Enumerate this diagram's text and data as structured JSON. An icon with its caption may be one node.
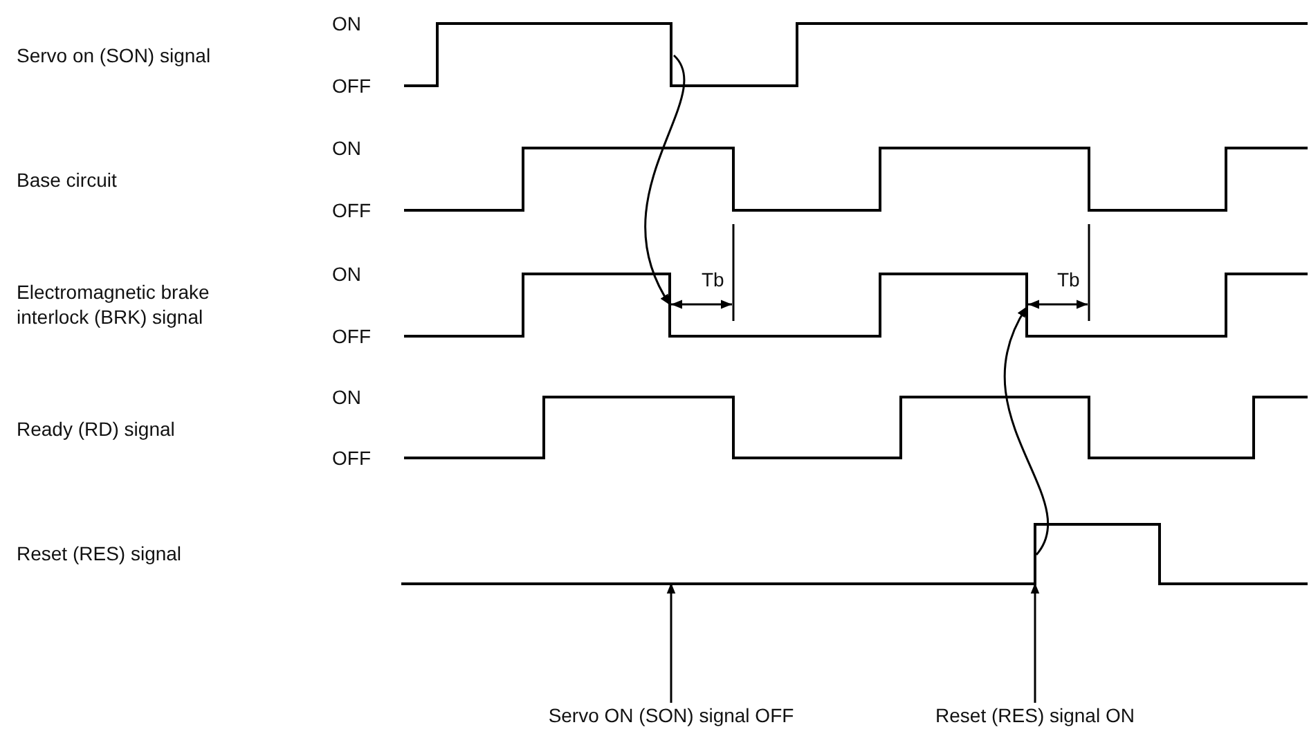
{
  "diagram": {
    "nodes": [
      {
        "text": [],
        "shape": "picture"
      },
      {
        "text": [],
        "shape": "picture"
      },
      {
        "text": [],
        "shape": "picture"
      },
      {
        "text": [
          "Servo ON (SON) signal OFF"
        ]
      },
      {
        "text": [
          "Reset (RES) signal ON"
        ]
      }
    ],
    "edges": [
      {
        "from": 0,
        "to": 1,
        "arrow": "to"
      },
      {
        "from": 2,
        "to": 1,
        "arrow": "to"
      },
      {
        "from": 3,
        "to": 2,
        "arrow": "to"
      },
      {
        "from": 4,
        "to": 2,
        "arrow": "to"
      }
    ],
    "labels": [
      "Servo on (SON) signal",
      "ON",
      "OFF",
      "Base circuit",
      "ON",
      "OFF",
      "Electromagnetic brake interlock (BRK) signal",
      "ON",
      "OFF",
      "Tb",
      "Tb",
      "Ready (RD) signal",
      "ON",
      "OFF",
      "Reset (RES) signal"
    ]
  }
}
